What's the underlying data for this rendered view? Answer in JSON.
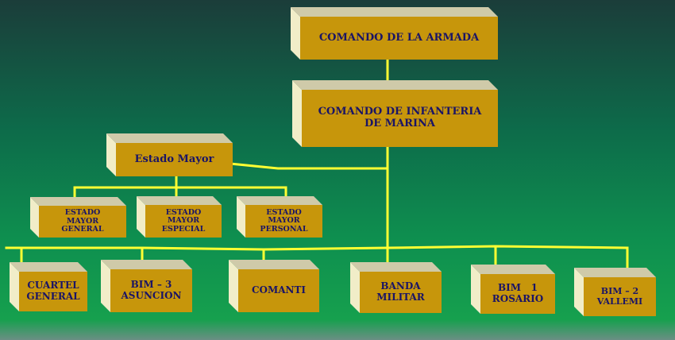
{
  "org_chart": {
    "comando_armada": "COMANDO DE LA ARMADA",
    "comando_infanteria": [
      "COMANDO DE INFANTERIA",
      "DE MARINA"
    ],
    "estado_mayor": "Estado Mayor",
    "estado_mayor_general": [
      "ESTADO",
      "MAYOR",
      "GENERAL"
    ],
    "estado_mayor_especial": [
      "ESTADO",
      "MAYOR",
      "ESPECIAL"
    ],
    "estado_mayor_personal": [
      "ESTADO",
      "MAYOR",
      "PERSONAL"
    ],
    "cuartel_general": [
      "CUARTEL",
      "GENERAL"
    ],
    "bim3": [
      "BIM – 3",
      "ASUNCION"
    ],
    "comanti": "COMANTI",
    "banda_militar": [
      "BANDA",
      "MILITAR"
    ],
    "bim1": [
      "BIM   1",
      "ROSARIO"
    ],
    "bim2": [
      "BIM – 2",
      "VALLEMI"
    ]
  },
  "colors": {
    "box_front": "#c7960b",
    "box_text": "#1a1466",
    "connector": "#ffff33"
  }
}
